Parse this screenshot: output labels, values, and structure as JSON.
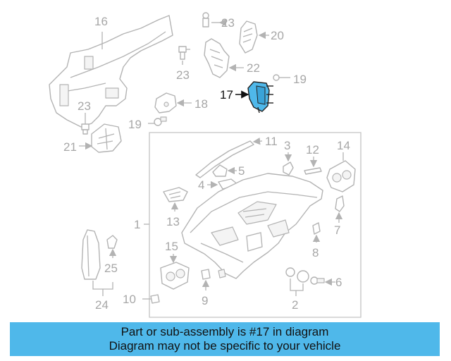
{
  "labels": {
    "l16": "16",
    "l23a": "23",
    "l20": "20",
    "l23b": "23",
    "l22": "22",
    "l19a": "19",
    "l17": "17",
    "l18": "18",
    "l23c": "23",
    "l19b": "19",
    "l21": "21",
    "l11": "11",
    "l3": "3",
    "l12": "12",
    "l14": "14",
    "l5": "5",
    "l4": "4",
    "l1": "1",
    "l13": "13",
    "l7": "7",
    "l15": "15",
    "l8": "8",
    "l25": "25",
    "l6": "6",
    "l10": "10",
    "l9": "9",
    "l2": "2",
    "l24": "24"
  },
  "highlight": {
    "part": "17",
    "color": "#4fb8ea"
  },
  "banner": {
    "line1": "Part or sub-assembly is #17 in diagram",
    "line2": "Diagram may not be specific to your vehicle"
  }
}
